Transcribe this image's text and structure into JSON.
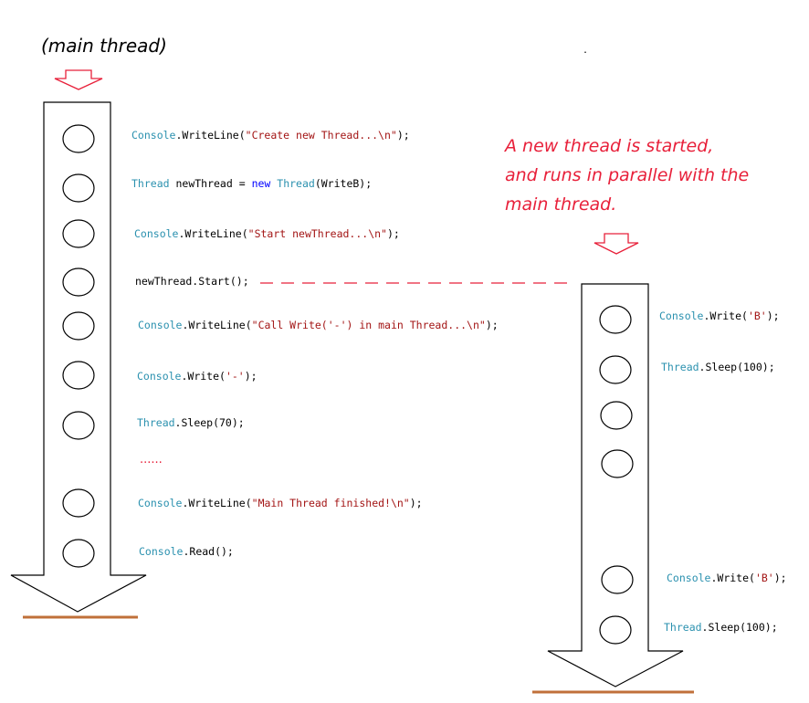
{
  "main_thread": {
    "title": "(main thread)",
    "statements": [
      {
        "parts": [
          {
            "t": "Console",
            "c": "cls"
          },
          {
            "t": ".WriteLine(",
            "c": ""
          },
          {
            "t": "\"Create new Thread...\\n\"",
            "c": "str"
          },
          {
            "t": ");",
            "c": ""
          }
        ]
      },
      {
        "parts": [
          {
            "t": "Thread",
            "c": "cls"
          },
          {
            "t": " newThread = ",
            "c": ""
          },
          {
            "t": "new",
            "c": "kw"
          },
          {
            "t": " ",
            "c": ""
          },
          {
            "t": "Thread",
            "c": "cls"
          },
          {
            "t": "(WriteB);",
            "c": ""
          }
        ]
      },
      {
        "parts": [
          {
            "t": "Console",
            "c": "cls"
          },
          {
            "t": ".WriteLine(",
            "c": ""
          },
          {
            "t": "\"Start newThread...\\n\"",
            "c": "str"
          },
          {
            "t": ");",
            "c": ""
          }
        ]
      },
      {
        "parts": [
          {
            "t": "newThread.Start();",
            "c": ""
          }
        ]
      },
      {
        "parts": [
          {
            "t": "Console",
            "c": "cls"
          },
          {
            "t": ".WriteLine(",
            "c": ""
          },
          {
            "t": "\"Call Write('-') in main Thread...\\n\"",
            "c": "str"
          },
          {
            "t": ");",
            "c": ""
          }
        ]
      },
      {
        "parts": [
          {
            "t": "Console",
            "c": "cls"
          },
          {
            "t": ".Write(",
            "c": ""
          },
          {
            "t": "'-'",
            "c": "str"
          },
          {
            "t": ");",
            "c": ""
          }
        ]
      },
      {
        "parts": [
          {
            "t": "Thread",
            "c": "cls"
          },
          {
            "t": ".Sleep(70);",
            "c": ""
          }
        ]
      },
      {
        "parts": [
          {
            "t": "Console",
            "c": "cls"
          },
          {
            "t": ".WriteLine(",
            "c": ""
          },
          {
            "t": "\"Main Thread finished!\\n\"",
            "c": "str"
          },
          {
            "t": ");",
            "c": ""
          }
        ]
      },
      {
        "parts": [
          {
            "t": "Console",
            "c": "cls"
          },
          {
            "t": ".Read();",
            "c": ""
          }
        ]
      }
    ],
    "ellipsis": "......"
  },
  "new_thread": {
    "note_lines": [
      "A new thread is started,",
      "and runs in parallel with the",
      "main thread."
    ],
    "statements": [
      {
        "parts": [
          {
            "t": "Console",
            "c": "cls"
          },
          {
            "t": ".Write(",
            "c": ""
          },
          {
            "t": "'B'",
            "c": "str"
          },
          {
            "t": ");",
            "c": ""
          }
        ]
      },
      {
        "parts": [
          {
            "t": "Thread",
            "c": "cls"
          },
          {
            "t": ".Sleep(100);",
            "c": ""
          }
        ]
      },
      {
        "parts": [
          {
            "t": "Console",
            "c": "cls"
          },
          {
            "t": ".Write(",
            "c": ""
          },
          {
            "t": "'B'",
            "c": "str"
          },
          {
            "t": ");",
            "c": ""
          }
        ]
      },
      {
        "parts": [
          {
            "t": "Thread",
            "c": "cls"
          },
          {
            "t": ".Sleep(100);",
            "c": ""
          }
        ]
      }
    ]
  },
  "colors": {
    "class_name": "#2b91af",
    "keyword": "#0000ff",
    "string": "#a31515",
    "annotation": "#e8203a",
    "baseline": "#c0703a"
  }
}
